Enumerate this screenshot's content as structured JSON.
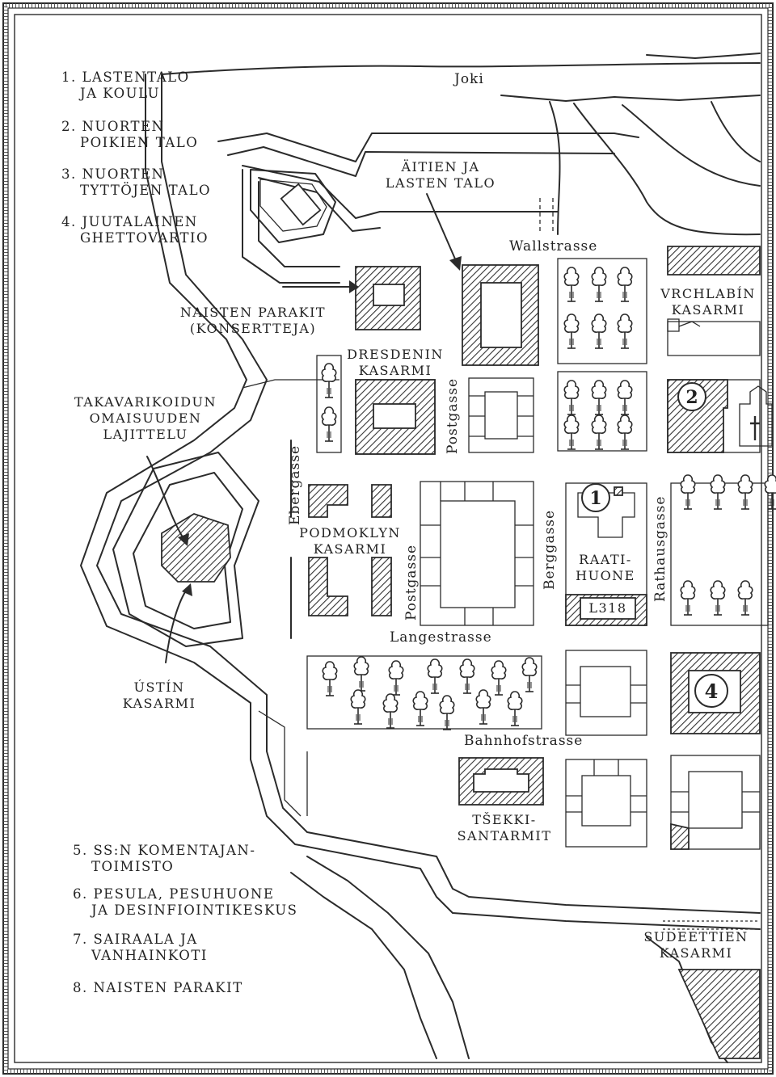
{
  "legend_top": [
    [
      "1. LASTENTALO",
      "JA KOULU"
    ],
    [
      "2. NUORTEN",
      "POIKIEN TALO"
    ],
    [
      "3. NUORTEN",
      "TYTTÖJEN TALO"
    ],
    [
      "4. JUUTALAINEN",
      "GHETTOVARTIO"
    ]
  ],
  "legend_bottom": [
    [
      "5. SS:N KOMENTAJAN-",
      "TOIMISTO"
    ],
    [
      "6. PESULA, PESUHUONE",
      "JA DESINFIOINTIKESKUS"
    ],
    [
      "7. SAIRAALA JA",
      "VANHAINKOTI"
    ],
    [
      "8. NAISTEN PARAKIT"
    ]
  ],
  "labels": {
    "river": "Joki",
    "mothers_house": [
      "ÄITIEN JA",
      "LASTEN TALO"
    ],
    "womens_barracks": [
      "NAISTEN PARAKIT",
      "(KONSERTTEJA)"
    ],
    "vrchlabi": [
      "VRCHLABÍN",
      "KASARMI"
    ],
    "dresden": [
      "DRESDENIN",
      "KASARMI"
    ],
    "confiscated": [
      "TAKAVARIKOIDUN",
      "OMAISUUDEN",
      "LAJITTELU"
    ],
    "podmokly": [
      "PODMOKLYN",
      "KASARMI"
    ],
    "town_hall": [
      "RAATI-",
      "HUONE"
    ],
    "l318": "L318",
    "ustin": [
      "ÚSTÍN",
      "KASARMI"
    ],
    "czech_gendarmes": [
      "TŠEKKI-",
      "SANTARMIT"
    ],
    "sudeten": [
      "SUDEETTIEN",
      "KASARMI"
    ]
  },
  "streets": {
    "wall": "Wallstrasse",
    "post_upper": "Postgasse",
    "post_lower": "Postgasse",
    "eber": "Ebergasse",
    "berg": "Berggasse",
    "rathaus": "Rathausgasse",
    "lange": "Langestrasse",
    "bahnhof": "Bahnhofstrasse"
  },
  "markers": [
    "1",
    "2",
    "4"
  ]
}
